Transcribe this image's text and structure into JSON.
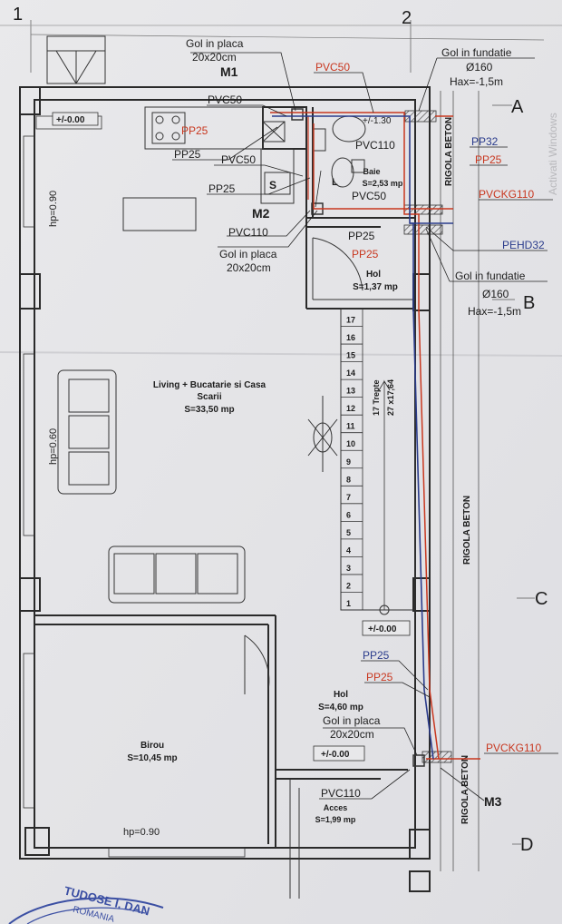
{
  "axes": {
    "num_1": "1",
    "num_2": "2",
    "let_a": "A",
    "let_b": "B",
    "let_c": "C",
    "let_d": "D"
  },
  "rooms": {
    "living_name_1": "Living + Bucatarie si Casa",
    "living_name_2": "Scarii",
    "living_area": "S=33,50 mp",
    "baie_name": "Baie",
    "baie_area": "S=2,53 mp",
    "hol1_name": "Hol",
    "hol1_area": "S=1,37 mp",
    "hol2_name": "Hol",
    "hol2_area": "S=4,60 mp",
    "birou_name": "Birou",
    "birou_area": "S=10,45 mp",
    "acces_name": "Acces",
    "acces_area": "S=1,99 mp"
  },
  "levels": {
    "l1": "+/-0.00",
    "l2": "+/-0.00",
    "l3": "+/-0.00",
    "baie": "+/-1.30"
  },
  "hp": {
    "left_top": "hp=0.90",
    "left_mid": "hp=0.60",
    "bottom": "hp=0.90"
  },
  "rigola": {
    "r1": "RIGOLA BETON",
    "r2": "RIGOLA BETON",
    "r3": "RIGOLA BETON"
  },
  "stairs": {
    "numbers": [
      "1",
      "2",
      "3",
      "4",
      "5",
      "6",
      "7",
      "8",
      "9",
      "10",
      "11",
      "12",
      "13",
      "14",
      "15",
      "16",
      "17"
    ],
    "label_1": "17 Trepte",
    "label_2": "27 x17,64"
  },
  "labels": {
    "gol_placa_1_a": "Gol in placa",
    "gol_placa_1_b": "20x20cm",
    "m1": "M1",
    "pvc50_top": "PVC50",
    "pvc50_2": "PVC50",
    "pp25_a": "PP25",
    "pp25_b": "PP25",
    "pvc50_3": "PVC50",
    "pp25_c": "PP25",
    "m2": "M2",
    "pvc110_a": "PVC110",
    "gol_placa_2_a": "Gol in placa",
    "gol_placa_2_b": "20x20cm",
    "pvc110_b": "PVC110",
    "pvc50_4": "PVC50",
    "pp25_d": "PP25",
    "pp25_e": "PP25",
    "gol_fund_1_a": "Gol in fundatie",
    "gol_fund_1_b": "Ø160",
    "gol_fund_1_c": "Hax=-1,5m",
    "pp32": "PP32",
    "pp25_f": "PP25",
    "pvckg110_a": "PVCKG110",
    "pehd32": "PEHD32",
    "gol_fund_2_a": "Gol in fundatie",
    "gol_fund_2_b": "Ø160",
    "gol_fund_2_c": "Hax=-1,5m",
    "pp25_g": "PP25",
    "pp25_h": "PP25",
    "gol_placa_3_a": "Gol in placa",
    "gol_placa_3_b": "20x20cm",
    "pvckg110_b": "PVCKG110",
    "pvc110_c": "PVC110",
    "m3": "M3",
    "s_sink": "S",
    "l_lav": "L"
  },
  "stamp": {
    "line1": "TUDOSE I. DAN",
    "line2": "ROMANIA"
  },
  "watermark": "Activati Windows"
}
